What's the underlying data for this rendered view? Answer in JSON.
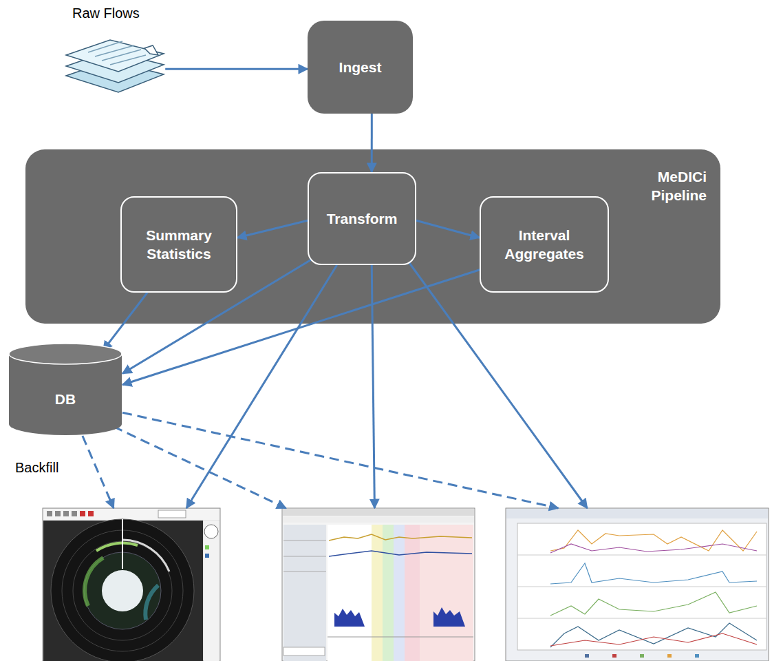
{
  "diagram": {
    "nodes": [
      {
        "text": [
          "Raw Flows"
        ]
      },
      {
        "text": [
          "Ingest"
        ]
      },
      {
        "text": [
          "MeDICi Pipeline"
        ]
      },
      {
        "text": [
          "Summary Statistics"
        ],
        "in": 2
      },
      {
        "text": [
          "Transform"
        ],
        "in": 2
      },
      {
        "text": [
          "Interval Aggregates"
        ],
        "in": 2
      },
      {
        "text": [
          "DB"
        ]
      },
      {
        "text": []
      },
      {
        "text": []
      },
      {
        "text": []
      }
    ],
    "edges": [
      {
        "from": 0,
        "to": 1,
        "arrow": "to"
      },
      {
        "from": 1,
        "to": 4,
        "arrow": "to"
      },
      {
        "from": 4,
        "to": 3,
        "arrow": "to"
      },
      {
        "from": 4,
        "to": 5,
        "arrow": "to"
      },
      {
        "from": 3,
        "to": 6,
        "arrow": "to"
      },
      {
        "from": 4,
        "to": 6,
        "arrow": "to"
      },
      {
        "from": 5,
        "to": 6,
        "arrow": "to"
      },
      {
        "from": 4,
        "to": 7,
        "arrow": "to"
      },
      {
        "from": 4,
        "to": 8,
        "arrow": "to"
      },
      {
        "from": 4,
        "to": 9,
        "arrow": "to"
      },
      {
        "from": 6,
        "to": 7,
        "arrow": "to",
        "label": "Backfill"
      },
      {
        "from": 6,
        "to": 8,
        "arrow": "to"
      },
      {
        "from": 6,
        "to": 9,
        "arrow": "to"
      }
    ]
  }
}
